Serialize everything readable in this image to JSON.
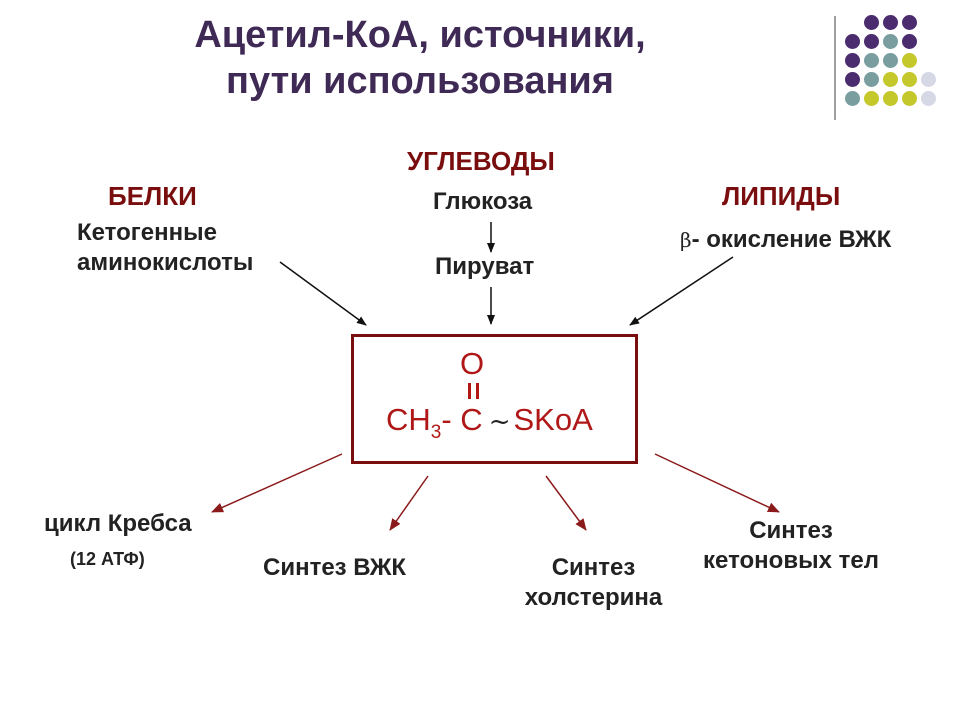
{
  "title": {
    "line1": "Ацетил-КоА, источники,",
    "line2": "пути использования"
  },
  "decor": {
    "colors": [
      "#4b2c6f",
      "#7a9ea0",
      "#c4c82a",
      "#d7d8e6"
    ]
  },
  "sources": {
    "carbs": {
      "heading": "УГЛЕВОДЫ",
      "glucose": "Глюкоза",
      "pyruvate": "Пируват"
    },
    "proteins": {
      "heading": "БЕЛКИ",
      "line1": "Кетогенные",
      "line2": "аминокислоты"
    },
    "lipids": {
      "heading": "ЛИПИДЫ",
      "beta": "β",
      "text": "- окисление ВЖК"
    }
  },
  "formula": {
    "o": "O",
    "ch": "CH",
    "sub": "3",
    "dash_c": "- C",
    "tilde": "~",
    "skoa": "SKoA"
  },
  "uses": {
    "krebs": "цикл Кребса",
    "krebs_atp": "(12 АТФ)",
    "fatty_acid": "Синтез ВЖК",
    "chol_line1": "Синтез",
    "chol_line2": "холстерина",
    "ketone_line1": "Синтез",
    "ketone_line2": "кетоновых тел"
  }
}
